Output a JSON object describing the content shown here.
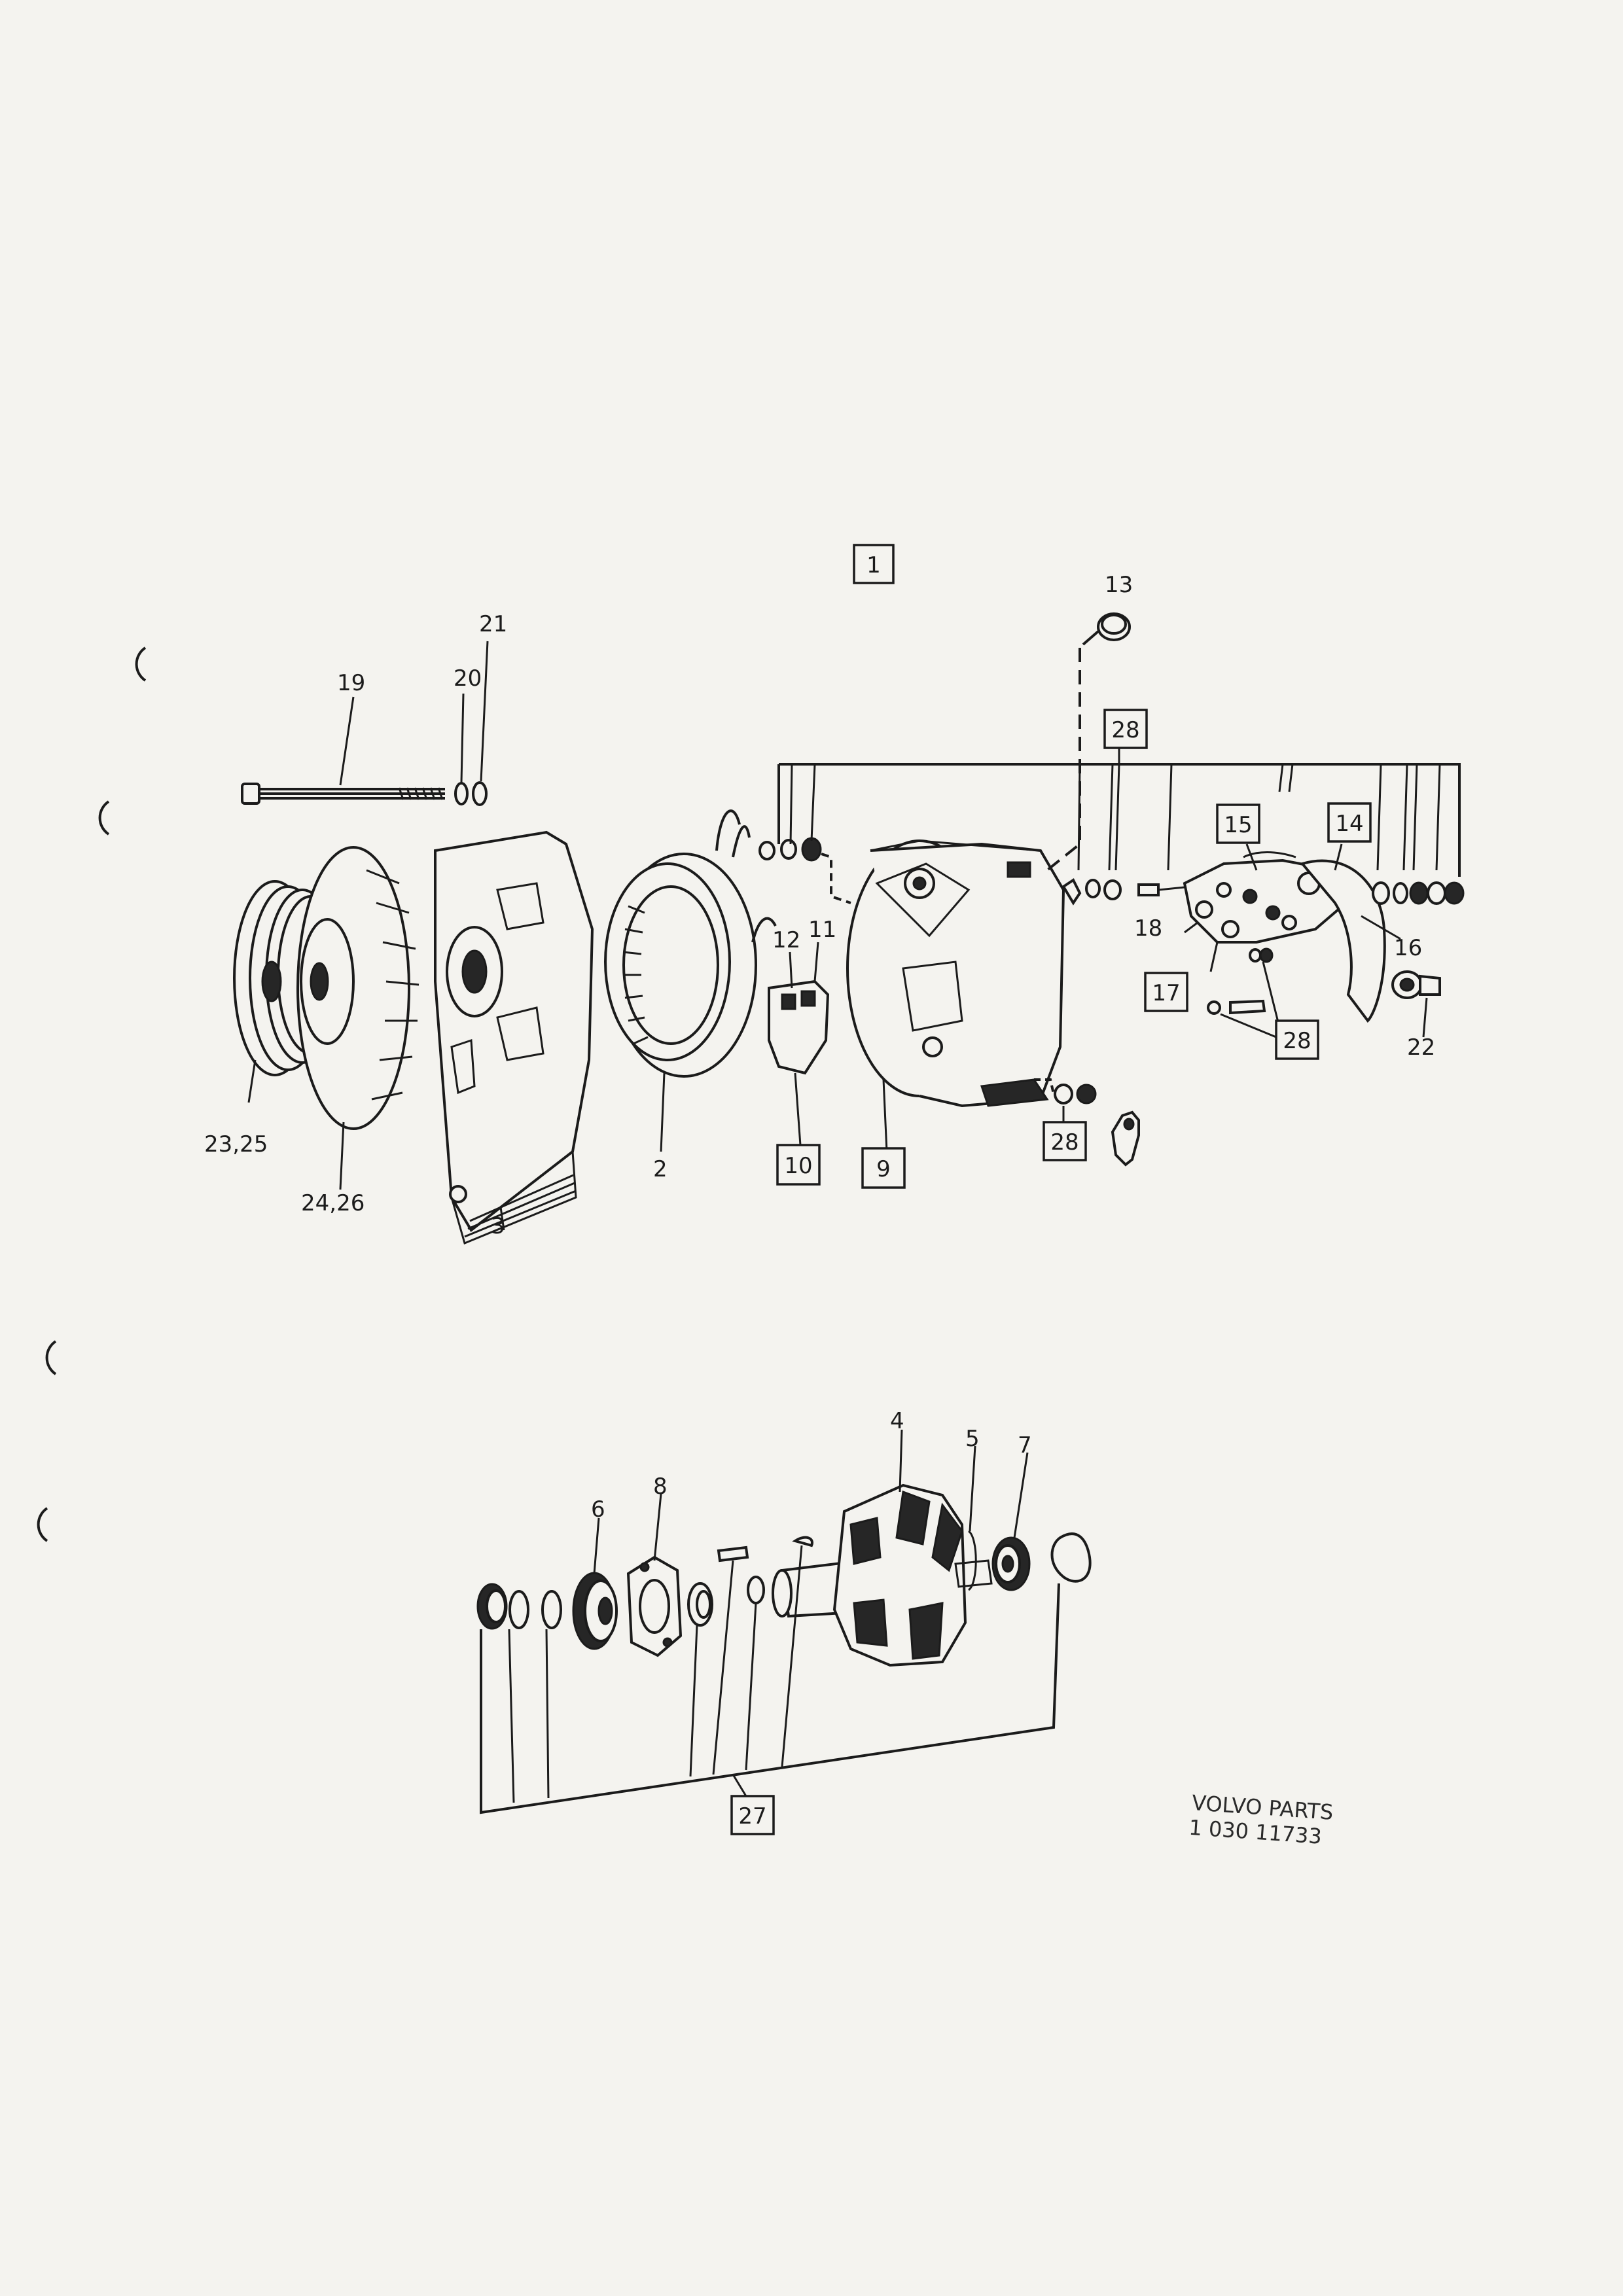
{
  "diagram": {
    "assembly_number": "1",
    "part_labels": [
      "2",
      "3",
      "4",
      "5",
      "6",
      "7",
      "8",
      "11",
      "12",
      "13",
      "16",
      "18",
      "19",
      "20",
      "21",
      "22",
      "23,25",
      "24,26"
    ],
    "boxed_labels": [
      "9",
      "10",
      "14",
      "15",
      "17",
      "27",
      "28"
    ],
    "stamp_line1": "VOLVO PARTS",
    "stamp_line2": "1 030  11733"
  }
}
